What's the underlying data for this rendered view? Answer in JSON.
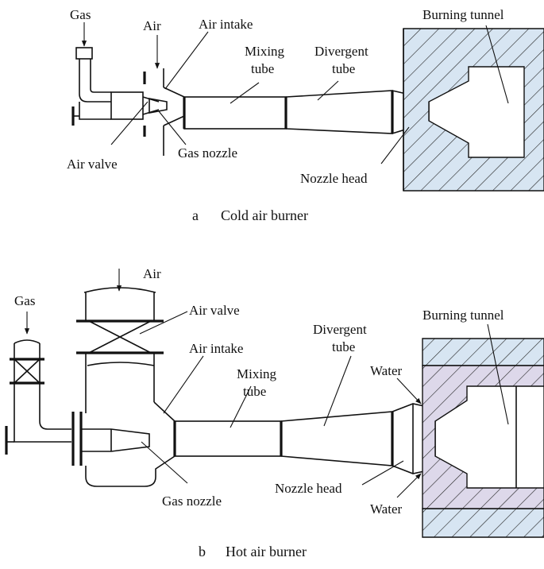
{
  "figure_a": {
    "caption_letter": "a",
    "caption": "Cold air burner",
    "labels": {
      "gas": "Gas",
      "air": "Air",
      "air_intake": "Air intake",
      "mixing_tube_1": "Mixing",
      "mixing_tube_2": "tube",
      "divergent_tube_1": "Divergent",
      "divergent_tube_2": "tube",
      "burning_tunnel": "Burning tunnel",
      "air_valve": "Air valve",
      "gas_nozzle": "Gas nozzle",
      "nozzle_head": "Nozzle head"
    }
  },
  "figure_b": {
    "caption_letter": "b",
    "caption": "Hot air burner",
    "labels": {
      "air": "Air",
      "gas": "Gas",
      "air_valve": "Air valve",
      "air_intake": "Air intake",
      "mixing_tube_1": "Mixing",
      "mixing_tube_2": "tube",
      "divergent_tube_1": "Divergent",
      "divergent_tube_2": "tube",
      "burning_tunnel": "Burning tunnel",
      "water_top": "Water",
      "water_bottom": "Water",
      "gas_nozzle": "Gas nozzle",
      "nozzle_head": "Nozzle head"
    }
  }
}
